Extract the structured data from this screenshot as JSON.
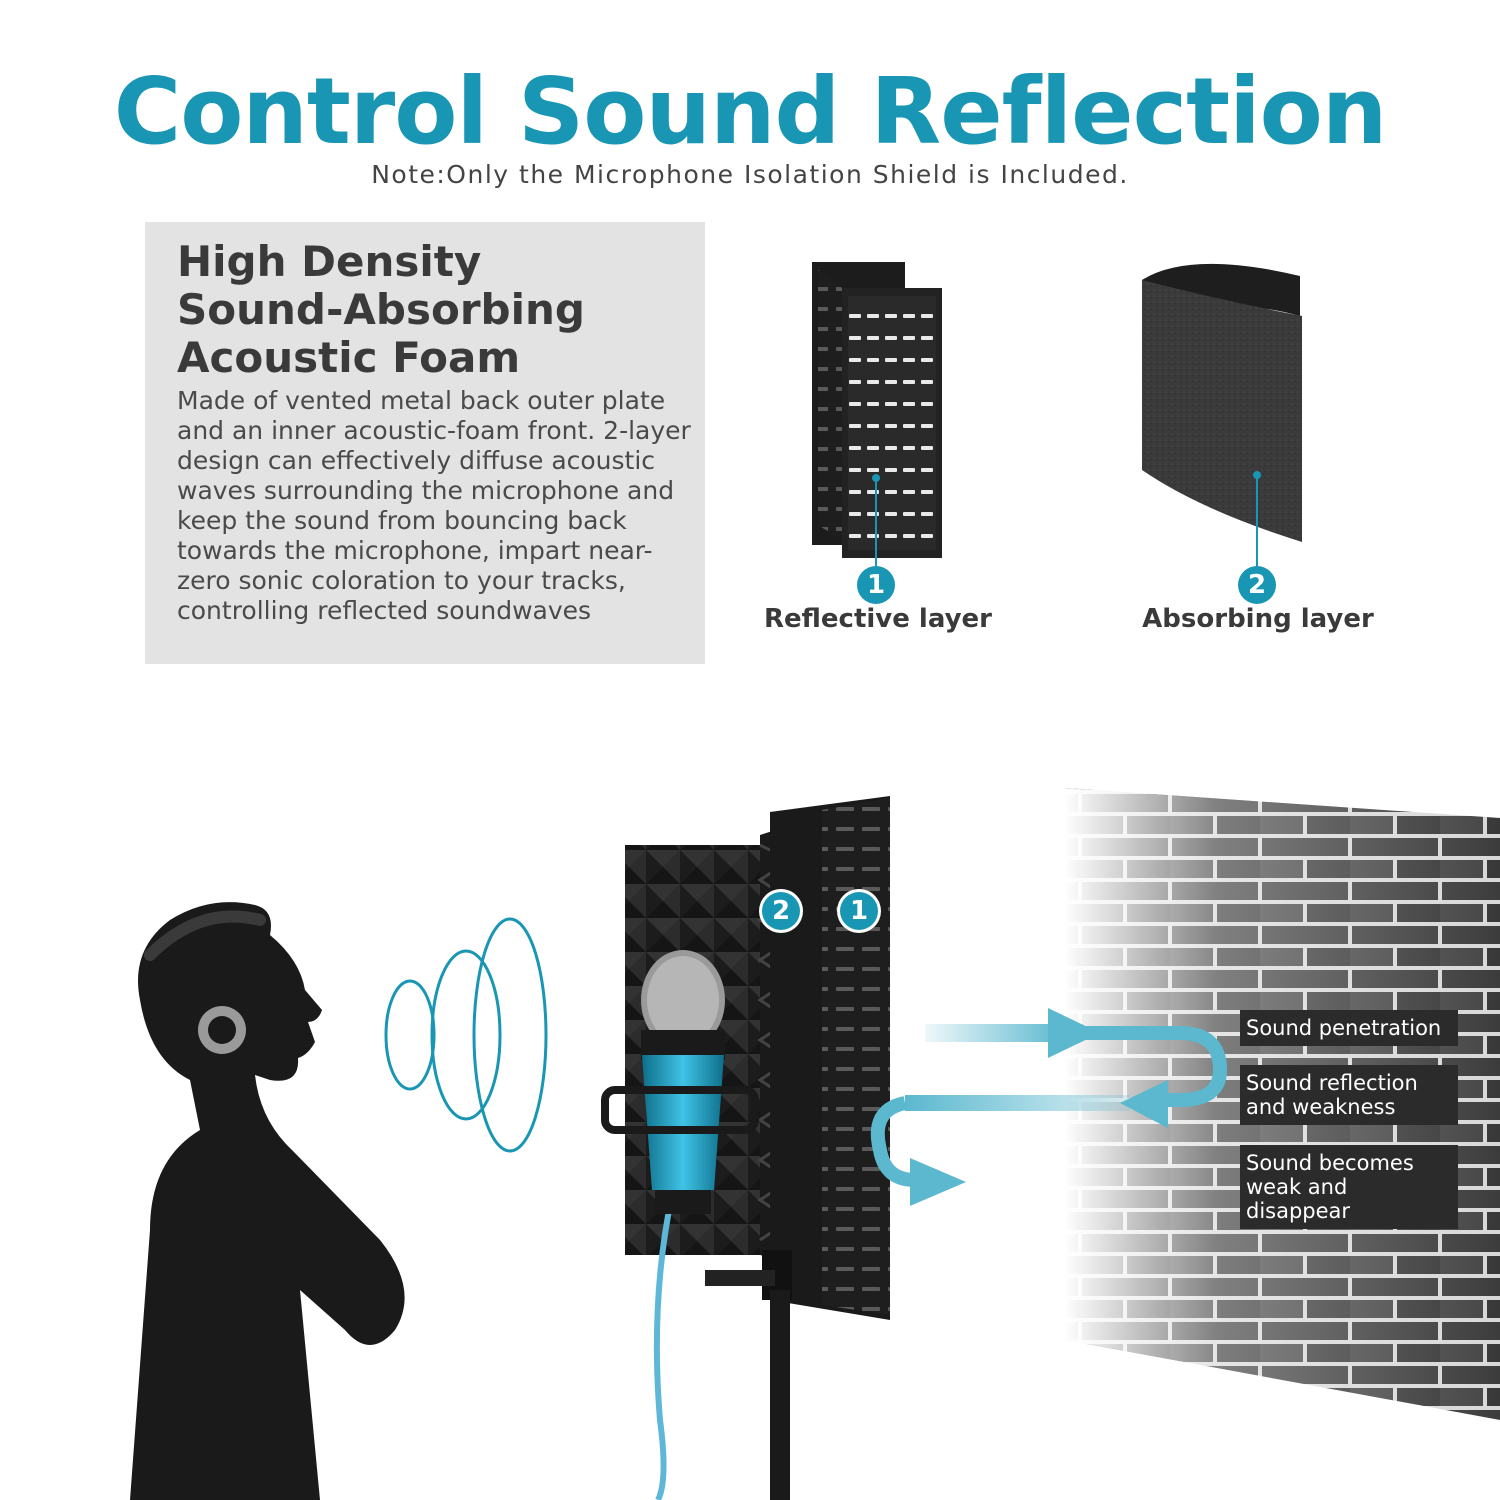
{
  "title": "Control Sound Reflection",
  "note": "Note:Only the Microphone Isolation Shield is Included.",
  "info": {
    "heading_lines": [
      "High Density",
      "Sound-Absorbing",
      "Acoustic Foam"
    ],
    "body": "Made of vented metal back outer plate and an inner acoustic-foam front. 2-layer design can effectively diffuse acoustic waves surrounding the microphone and keep the sound from bouncing back towards the microphone, impart near-zero sonic coloration to your tracks, controlling reflected soundwaves"
  },
  "layers": [
    {
      "number": "1",
      "label": "Reflective layer"
    },
    {
      "number": "2",
      "label": "Absorbing layer"
    }
  ],
  "callouts": {
    "penetration": "Sound penetration",
    "reflection": [
      "Sound reflection",
      "and weakness"
    ],
    "disappear": [
      "Sound becomes",
      "weak and disappear"
    ]
  },
  "colors": {
    "accent": "#1996b3",
    "arrow": "#5bb8cf",
    "text_dark": "#3a3a3a",
    "panel_bg": "#e3e3e3"
  },
  "icons": [
    "metal-plate-icon",
    "foam-panel-icon",
    "listener-silhouette",
    "sound-wave-icon",
    "microphone-icon",
    "isolation-shield-icon",
    "brick-wall-icon",
    "flow-arrow-icon"
  ]
}
